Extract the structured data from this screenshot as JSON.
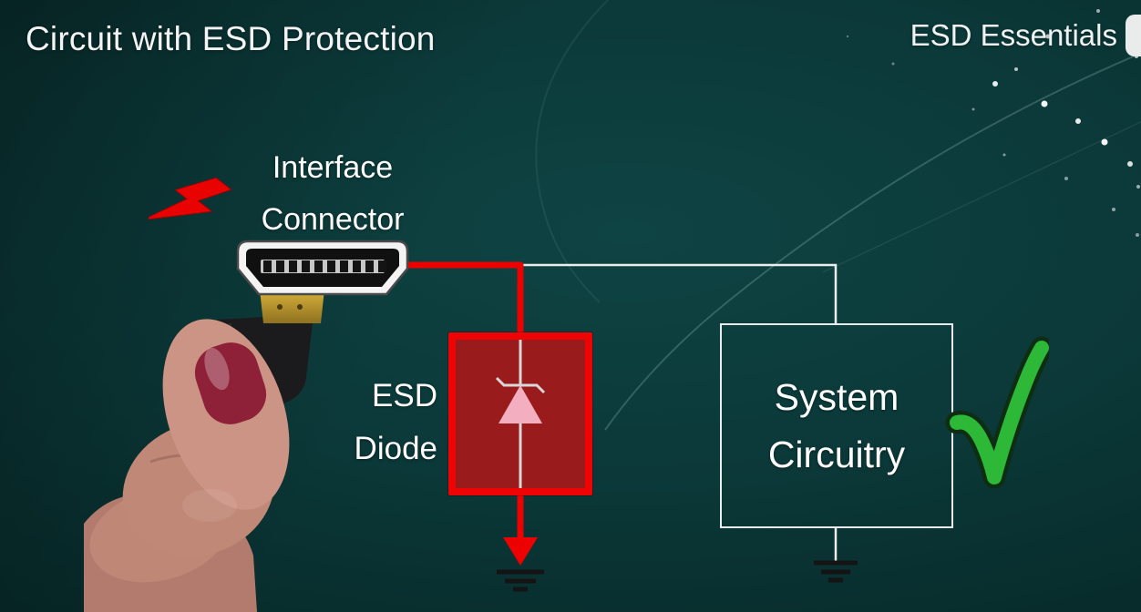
{
  "slide": {
    "title": "Circuit with ESD Protection",
    "brand": "ESD Essentials"
  },
  "labels": {
    "interface_connector": {
      "line1": "Interface",
      "line2": "Connector"
    },
    "esd_diode": {
      "line1": "ESD",
      "line2": "Diode"
    },
    "system_circuitry": {
      "line1": "System",
      "line2": "Circuitry"
    }
  },
  "icons": {
    "lightning_bolt": "esd-strike",
    "checkmark": "protection-ok",
    "ground_left": "earth-ground",
    "ground_right": "earth-ground",
    "connector_image": "hand-holding-hdmi-connector",
    "brand_logo": "esd-essentials-logo-partial"
  },
  "colors": {
    "background_teal": "#0b3737",
    "text_white": "#ffffff",
    "wire_red": "#ec0000",
    "wire_white": "#ededed",
    "diode_box_fill": "#9a1b1b",
    "diode_box_border": "#ee0404",
    "diode_symbol_pink": "#f3afc0",
    "check_green": "#2eb838",
    "ground_black": "#141414"
  }
}
